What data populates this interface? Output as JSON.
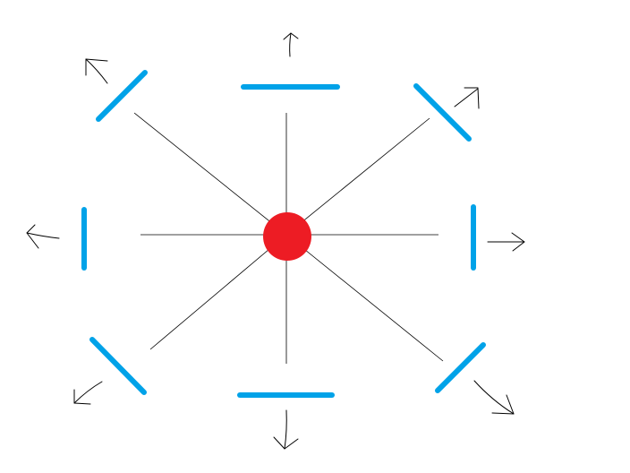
{
  "colors": {
    "background": "#ffffff",
    "center_dot": "#ed1c24",
    "barrier": "#00a2e8",
    "line": "#000000"
  },
  "elements": {
    "center": {
      "kind": "dot"
    },
    "spokes": [
      "up",
      "up-right",
      "right",
      "down-right",
      "down",
      "down-left",
      "left",
      "up-left"
    ],
    "barriers": [
      "up",
      "up-right",
      "right",
      "down-right",
      "down",
      "down-left",
      "left",
      "up-left"
    ],
    "arrows": [
      "up",
      "up-right",
      "right",
      "down-right",
      "down",
      "down-left",
      "left",
      "up-left"
    ]
  }
}
